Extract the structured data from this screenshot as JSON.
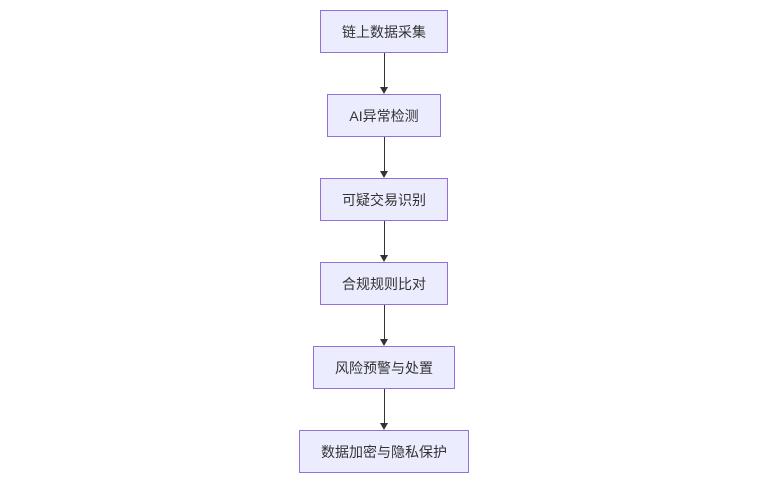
{
  "flowchart": {
    "direction": "top-down",
    "nodes": [
      {
        "label": "链上数据采集"
      },
      {
        "label": "AI异常检测"
      },
      {
        "label": "可疑交易识别"
      },
      {
        "label": "合规规则比对"
      },
      {
        "label": "风险预警与处置"
      },
      {
        "label": "数据加密与隐私保护"
      }
    ],
    "edges": [
      {
        "from": "链上数据采集",
        "to": "AI异常检测"
      },
      {
        "from": "AI异常检测",
        "to": "可疑交易识别"
      },
      {
        "from": "可疑交易识别",
        "to": "合规规则比对"
      },
      {
        "from": "合规规则比对",
        "to": "风险预警与处置"
      },
      {
        "from": "风险预警与处置",
        "to": "数据加密与隐私保护"
      }
    ],
    "colors": {
      "node_fill": "#ECECFF",
      "node_border": "#9370DB",
      "text": "#333333",
      "arrow": "#333333",
      "background": "#FFFFFF"
    }
  }
}
